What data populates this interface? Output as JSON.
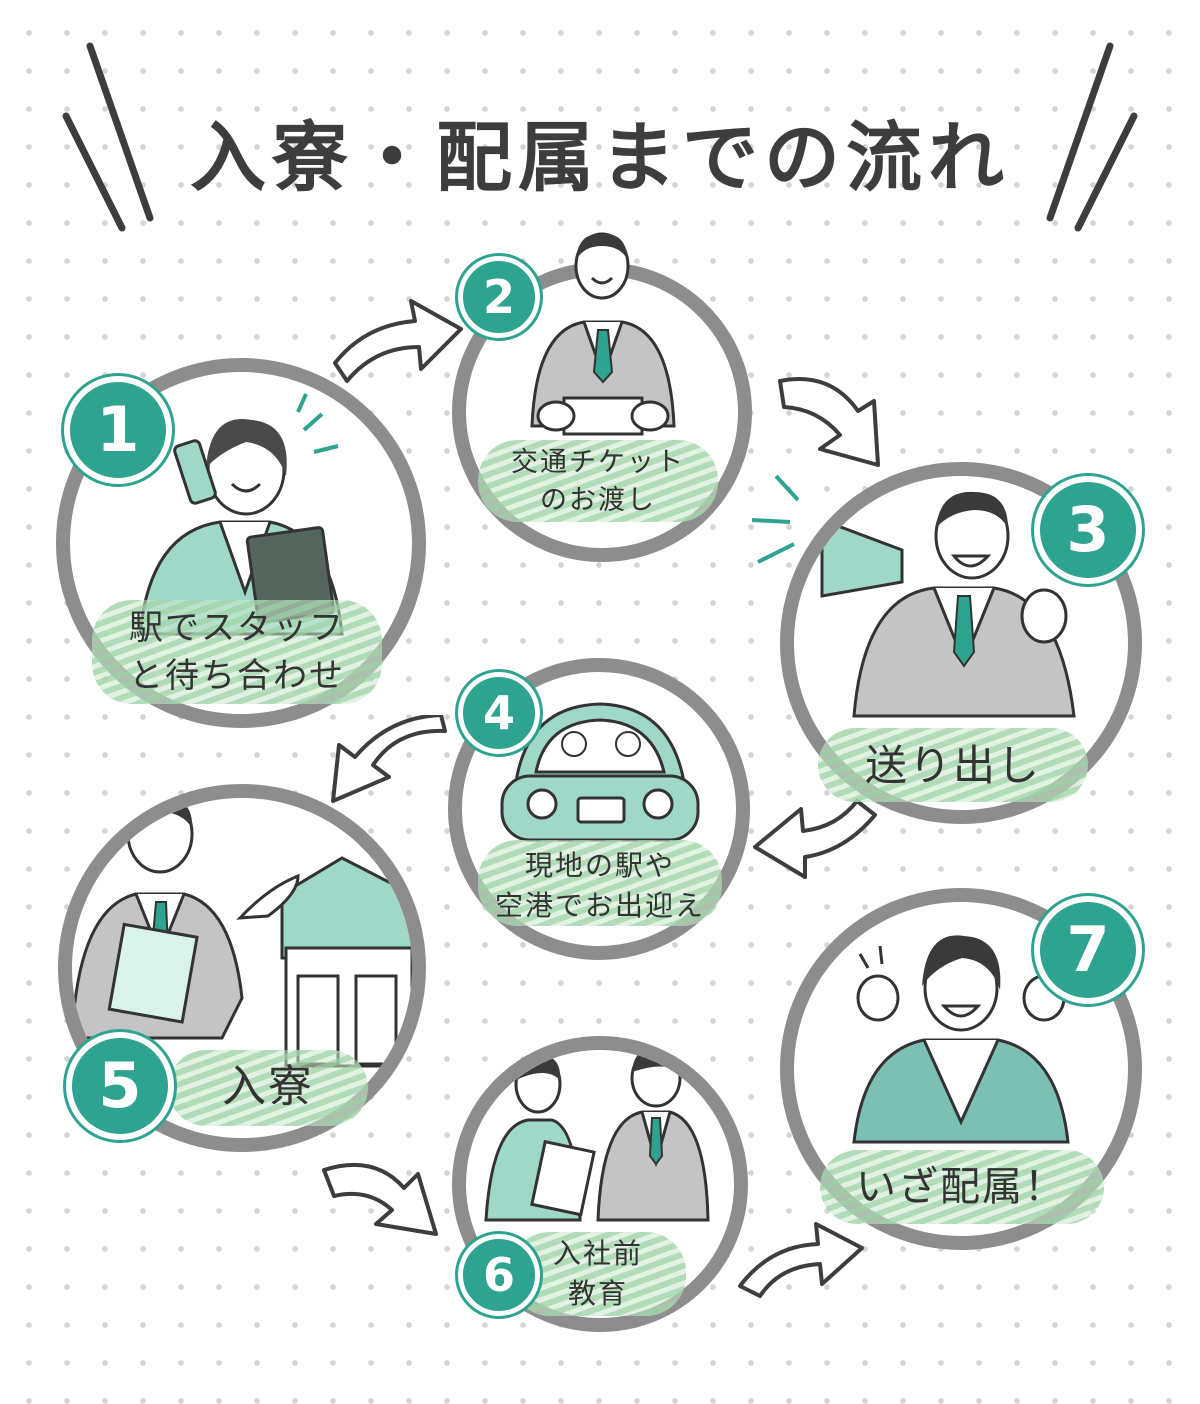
{
  "title": "入寮・配属までの流れ",
  "colors": {
    "accent": "#2ea38f",
    "ring": "#8d8d8d",
    "mint": "#a6e3cd",
    "suit": "#c4c4c4",
    "highlight": "#b7dcb5"
  },
  "steps": [
    {
      "number": "1",
      "label": "駅でスタッフ\nと待ち合わせ",
      "icon": "woman-phone-guidebook-icon"
    },
    {
      "number": "2",
      "label": "交通チケット\nのお渡し",
      "icon": "man-handing-ticket-icon"
    },
    {
      "number": "3",
      "label": "送り出し",
      "icon": "man-megaphone-icon"
    },
    {
      "number": "4",
      "label": "現地の駅や\n空港でお出迎え",
      "icon": "car-pickup-icon"
    },
    {
      "number": "5",
      "label": "入寮",
      "icon": "man-presenting-house-icon"
    },
    {
      "number": "6",
      "label": "入社前\n教育",
      "icon": "training-pair-icon"
    },
    {
      "number": "7",
      "label": "いざ配属！",
      "icon": "woman-cheering-icon"
    }
  ]
}
